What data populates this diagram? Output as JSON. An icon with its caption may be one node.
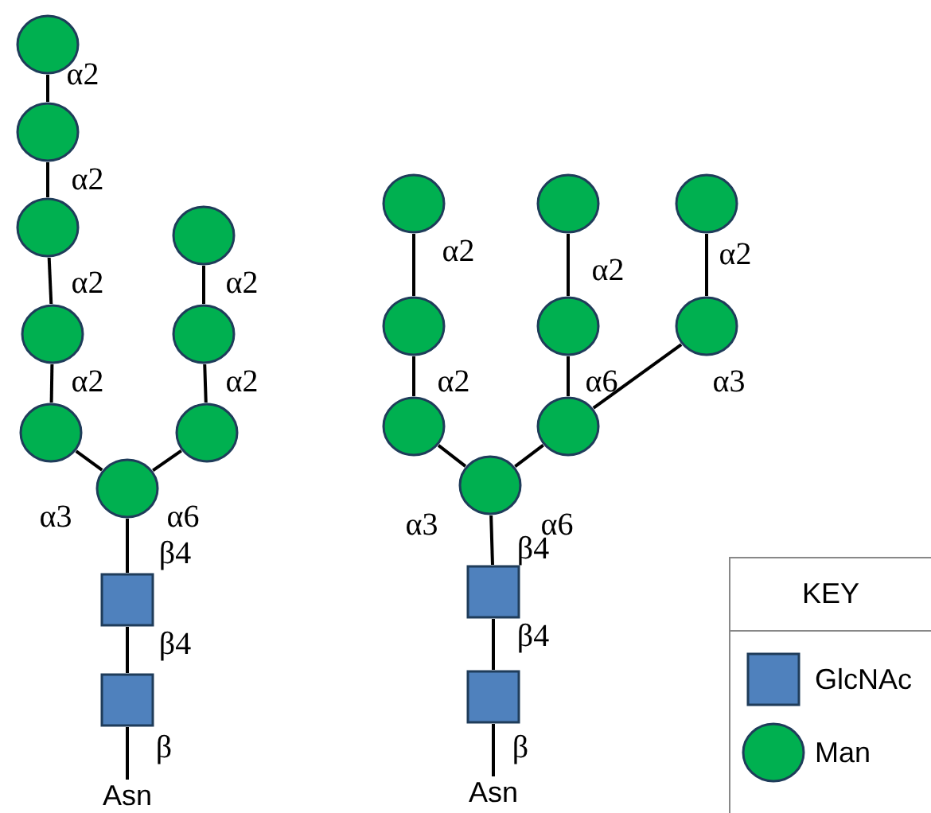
{
  "diagram": {
    "nodes": [
      {
        "text": [],
        "shape": "circle"
      },
      {
        "text": [],
        "shape": "circle"
      },
      {
        "text": [],
        "shape": "circle"
      },
      {
        "text": [],
        "shape": "circle"
      },
      {
        "text": [],
        "shape": "circle"
      },
      {
        "text": [],
        "shape": "circle"
      },
      {
        "text": [],
        "shape": "circle"
      },
      {
        "text": [],
        "shape": "circle"
      },
      {
        "text": [],
        "shape": "circle"
      },
      {
        "text": [],
        "shape": "box"
      },
      {
        "text": [],
        "shape": "box"
      },
      {
        "text": [
          "Asn"
        ]
      },
      {
        "text": [],
        "shape": "circle"
      },
      {
        "text": [],
        "shape": "circle"
      },
      {
        "text": [],
        "shape": "circle"
      },
      {
        "text": [],
        "shape": "circle"
      },
      {
        "text": [],
        "shape": "circle"
      },
      {
        "text": [],
        "shape": "circle"
      },
      {
        "text": [],
        "shape": "circle"
      },
      {
        "text": [],
        "shape": "circle"
      },
      {
        "text": [],
        "shape": "circle"
      },
      {
        "text": [],
        "shape": "box"
      },
      {
        "text": [],
        "shape": "box"
      },
      {
        "text": [
          "Asn"
        ]
      }
    ],
    "edges": [
      {
        "from": 0,
        "to": 1,
        "arrow": "none",
        "label": "α2"
      },
      {
        "from": 1,
        "to": 2,
        "arrow": "none",
        "label": "α2"
      },
      {
        "from": 2,
        "to": 3,
        "arrow": "none",
        "label": "α2"
      },
      {
        "from": 3,
        "to": 4,
        "arrow": "none",
        "label": "α2"
      },
      {
        "from": 5,
        "to": 6,
        "arrow": "none",
        "label": "α2"
      },
      {
        "from": 6,
        "to": 7,
        "arrow": "none",
        "label": "α2"
      },
      {
        "from": 4,
        "to": 8,
        "arrow": "none",
        "label": "α3"
      },
      {
        "from": 7,
        "to": 8,
        "arrow": "none",
        "label": "α6"
      },
      {
        "from": 8,
        "to": 9,
        "arrow": "none",
        "label": "β4"
      },
      {
        "from": 9,
        "to": 10,
        "arrow": "none",
        "label": "β4"
      },
      {
        "from": 10,
        "to": 11,
        "arrow": "none",
        "label": "β"
      },
      {
        "from": 12,
        "to": 13,
        "arrow": "none",
        "label": "α2"
      },
      {
        "from": 13,
        "to": 14,
        "arrow": "none",
        "label": "α2"
      },
      {
        "from": 15,
        "to": 16,
        "arrow": "none",
        "label": "α2"
      },
      {
        "from": 16,
        "to": 17,
        "arrow": "none",
        "label": "α6"
      },
      {
        "from": 18,
        "to": 19,
        "arrow": "none",
        "label": "α2"
      },
      {
        "from": 19,
        "to": 17,
        "arrow": "none",
        "label": "α3"
      },
      {
        "from": 14,
        "to": 20,
        "arrow": "none",
        "label": "α3"
      },
      {
        "from": 17,
        "to": 20,
        "arrow": "none",
        "label": "α6"
      },
      {
        "from": 20,
        "to": 21,
        "arrow": "none",
        "label": "β4"
      },
      {
        "from": 21,
        "to": 22,
        "arrow": "none",
        "label": "β4"
      },
      {
        "from": 22,
        "to": 23,
        "arrow": "none",
        "label": "β"
      }
    ],
    "labels": [
      "KEY"
    ],
    "legend": [
      {
        "text": "GlcNAc",
        "color": "#4f81bd"
      },
      {
        "text": "Man",
        "color": "#00b050"
      }
    ]
  }
}
